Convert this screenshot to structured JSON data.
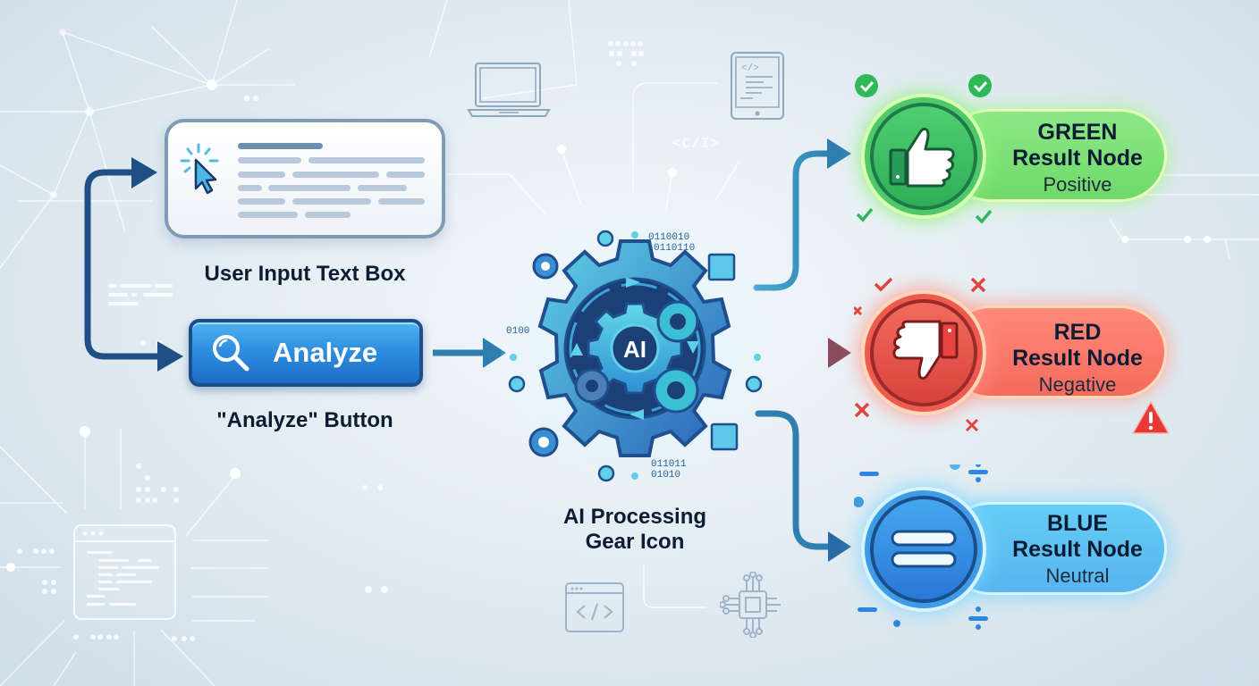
{
  "diagram": {
    "input_box": {
      "label": "User Input Text Box",
      "icon": "cursor-click-icon"
    },
    "analyze_button": {
      "label": "Analyze",
      "caption": "\"Analyze\" Button",
      "icon": "search-icon"
    },
    "ai_gear": {
      "center_text": "AI",
      "caption_line1": "AI Processing",
      "caption_line2": "Gear Icon",
      "binary_top_1": "0110010",
      "binary_top_2": "0110110",
      "binary_left": "0100",
      "binary_bottom_1": "011011",
      "binary_bottom_2": "01010"
    },
    "decor": {
      "code_tag": "<C/I>"
    },
    "results": [
      {
        "color_name": "GREEN",
        "title": "Result Node",
        "sentiment": "Positive",
        "icon": "thumbs-up-icon",
        "accent": "#2fb85a",
        "glow": "#9df08a"
      },
      {
        "color_name": "RED",
        "title": "Result Node",
        "sentiment": "Negative",
        "icon": "thumbs-down-icon",
        "accent": "#e0453f",
        "glow": "#ff9b8f"
      },
      {
        "color_name": "BLUE",
        "title": "Result Node",
        "sentiment": "Neutral",
        "icon": "equals-icon",
        "accent": "#2f86e0",
        "glow": "#7fd6ff"
      }
    ],
    "colors": {
      "arrow_dark": "#1f4f85",
      "arrow_mid": "#2f7eb0",
      "text_dark": "#0d1b33"
    }
  }
}
